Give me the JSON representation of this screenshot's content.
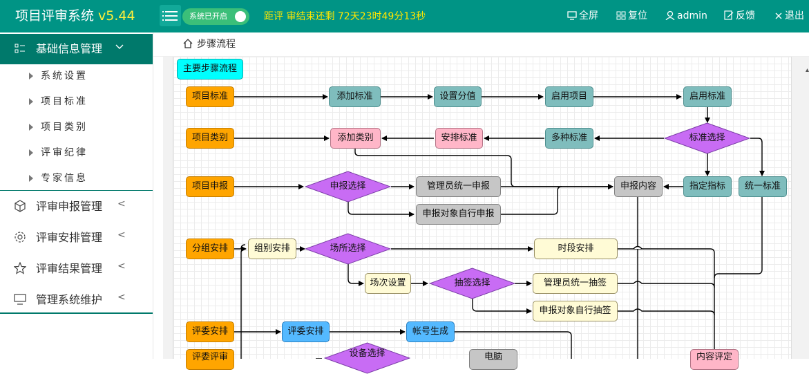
{
  "topbar": {
    "app_name": "项目评审系统",
    "version": "v5.44",
    "system_toggle": "系统已开启",
    "countdown": "距评 审结束还剩 72天23时49分13秒",
    "nav": [
      "全屏",
      "复位",
      "admin",
      "反馈",
      "退出"
    ]
  },
  "sidebar": {
    "active_group": "基础信息管理",
    "sub_items": [
      "系统设置",
      "项目标准",
      "项目类别",
      "评审纪律",
      "专家信息"
    ],
    "groups": [
      "评审申报管理",
      "评审安排管理",
      "评审结果管理",
      "管理系统维护"
    ]
  },
  "breadcrumb": "步骤流程",
  "flow": {
    "title": "主要步骤流程",
    "nodes": {
      "n1": "项目标准",
      "n2": "添加标准",
      "n3": "设置分值",
      "n4": "启用项目",
      "n5": "启用标准",
      "n6": "项目类别",
      "n7": "添加类别",
      "n8": "安排标准",
      "n9": "多种标准",
      "d1": "标准选择",
      "n10": "项目申报",
      "d2": "申报选择",
      "n11": "管理员统一申报",
      "n12": "申报内容",
      "n13": "指定指标",
      "n14": "统一标准",
      "n15": "申报对象自行申报",
      "n16": "分组安排",
      "n17": "组别安排",
      "d3": "场所选择",
      "n18": "时段安排",
      "n19": "场次设置",
      "d4": "抽签选择",
      "n20": "管理员统一抽签",
      "n21": "申报对象自行抽签",
      "n22": "评委安排",
      "n23": "评委安排",
      "n24": "帐号生成",
      "n25": "评委评审",
      "d5": "设备选择",
      "n26": "电脑",
      "n27": "内容评定"
    }
  }
}
